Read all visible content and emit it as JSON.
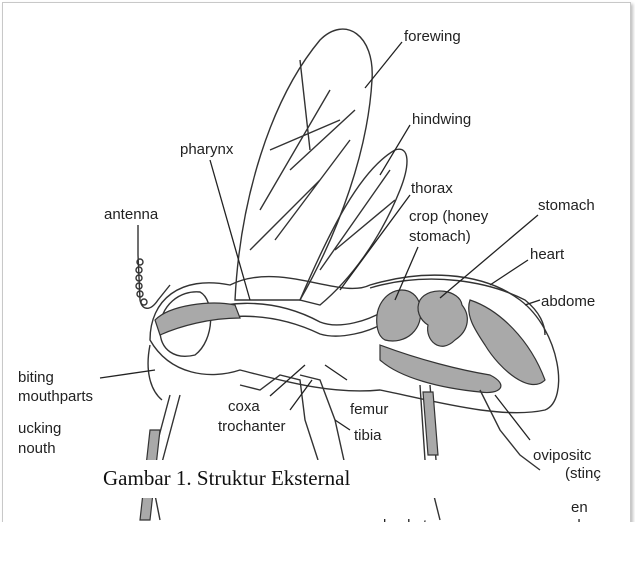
{
  "labels": {
    "forewing": "forewing",
    "hindwing": "hindwing",
    "pharynx": "pharynx",
    "thorax": "thorax",
    "stomach": "stomach",
    "crop_line1": "crop (honey",
    "crop_line2": "stomach)",
    "antenna": "antenna",
    "heart": "heart",
    "abdomen": "abdome",
    "biting_line1": "biting",
    "biting_line2": "mouthparts",
    "coxa": "coxa",
    "trochanter": "trochanter",
    "femur": "femur",
    "tibia": "tibia",
    "sucking_line1": "ucking",
    "sucking_line2": "nouth",
    "ovipositor_line1": "ovipositc",
    "ovipositor_line2": "(stinç",
    "pollen_fragment": "en",
    "comb_fragment": "comb",
    "basket_fragment": "basket"
  },
  "caption": "Gambar 1. Struktur Eksternal"
}
